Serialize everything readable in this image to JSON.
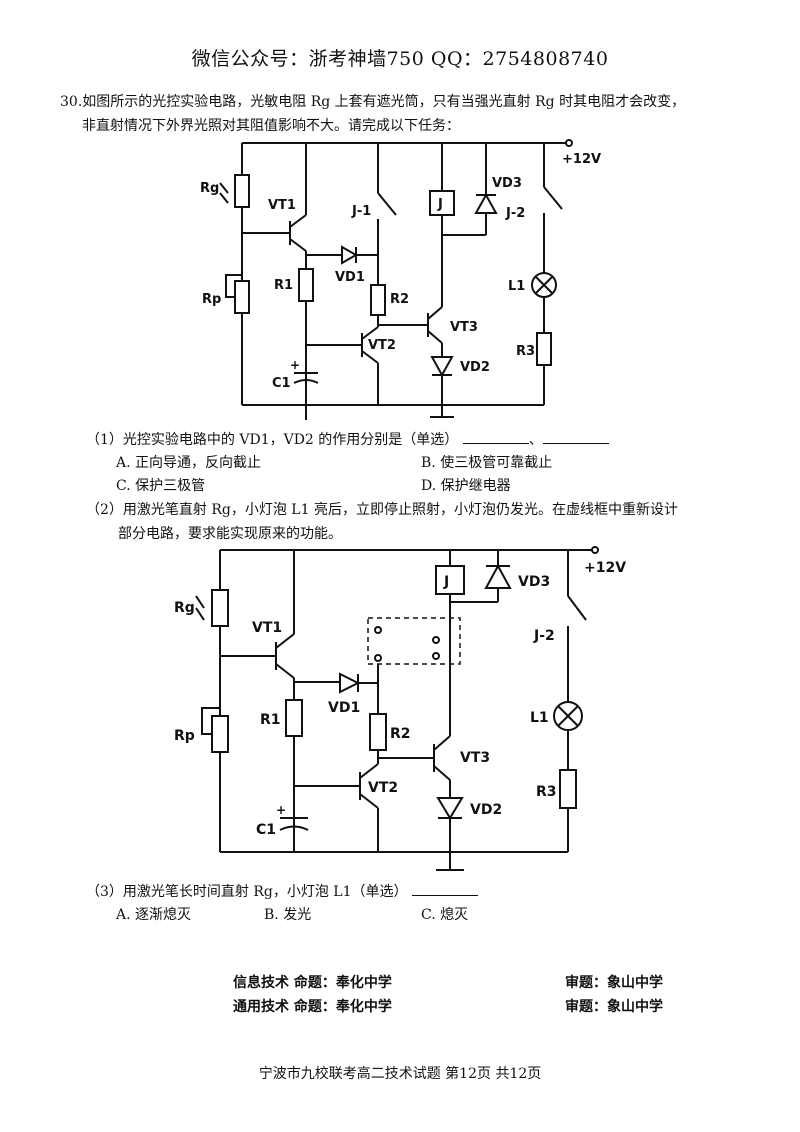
{
  "header": "微信公众号：浙考神墙750   QQ：2754808740",
  "question": {
    "number": "30.",
    "stem_line1": "如图所示的光控实验电路，光敏电阻 Rg 上套有遮光筒，只有当强光直射 Rg 时其电阻才会改变，",
    "stem_line2": "非直射情况下外界光照对其阻值影响不大。请完成以下任务："
  },
  "circuit1": {
    "labels": {
      "vcc": "+12V",
      "rg": "Rg",
      "rp": "Rp",
      "vt1": "VT1",
      "vt2": "VT2",
      "vt3": "VT3",
      "r1": "R1",
      "r2": "R2",
      "r3": "R3",
      "c1": "C1",
      "vd1": "VD1",
      "vd2": "VD2",
      "vd3": "VD3",
      "j": "J",
      "j1": "J-1",
      "j2": "J-2",
      "l1": "L1",
      "plus": "+"
    }
  },
  "part1": {
    "text": "（1）光控实验电路中的 VD1，VD2 的作用分别是（单选）",
    "sep": "、",
    "options": [
      "A. 正向导通，反向截止",
      "B. 使三极管可靠截止",
      "C. 保护三极管",
      "D. 保护继电器"
    ]
  },
  "part2": {
    "line1": "（2）用激光笔直射 Rg，小灯泡 L1 亮后，立即停止照射，小灯泡仍发光。在虚线框中重新设计",
    "line2": "部分电路，要求能实现原来的功能。"
  },
  "circuit2": {
    "labels": {
      "vcc": "+12V",
      "rg": "Rg",
      "rp": "Rp",
      "vt1": "VT1",
      "vt2": "VT2",
      "vt3": "VT3",
      "r1": "R1",
      "r2": "R2",
      "r3": "R3",
      "c1": "C1",
      "vd1": "VD1",
      "vd2": "VD2",
      "vd3": "VD3",
      "j": "J",
      "j2": "J-2",
      "l1": "L1",
      "plus": "+"
    }
  },
  "part3": {
    "text": "（3）用激光笔长时间直射 Rg，小灯泡 L1（单选）",
    "options": [
      "A. 逐渐熄灭",
      "B. 发光",
      "C. 熄灭"
    ]
  },
  "credits": {
    "row1_left": "信息技术  命题：奉化中学",
    "row1_right": "审题：象山中学",
    "row2_left": "通用技术  命题：奉化中学",
    "row2_right": "审题：象山中学"
  },
  "page_footer": "宁波市九校联考高二技术试题   第12页   共12页"
}
